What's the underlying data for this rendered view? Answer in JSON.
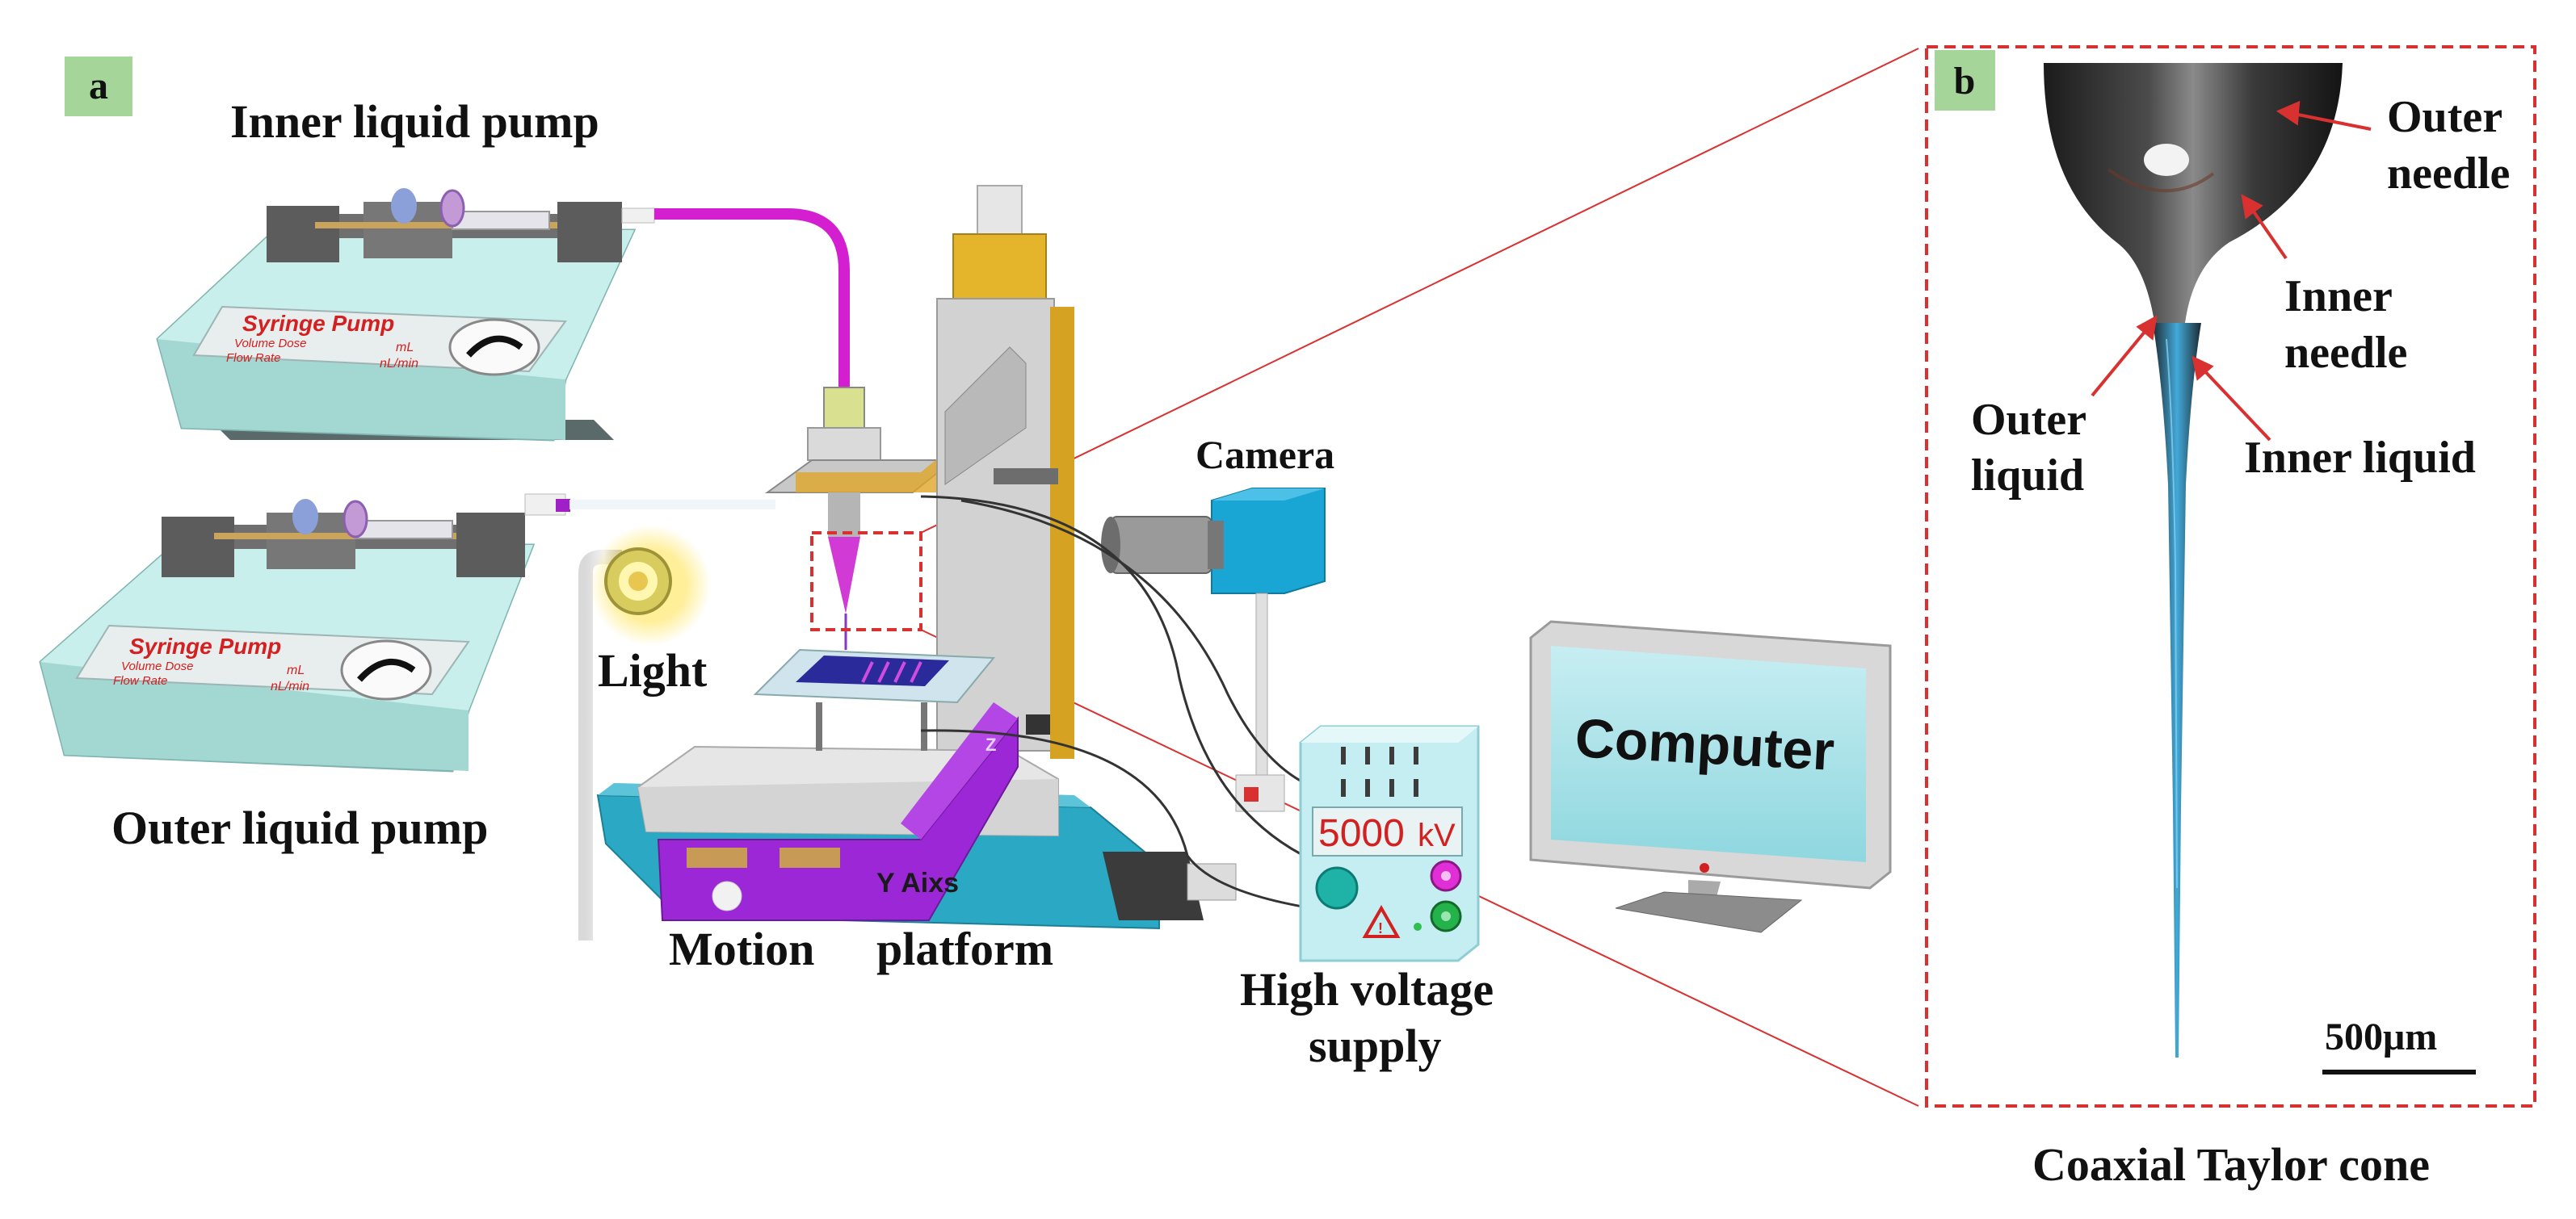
{
  "panel_a": {
    "tag": "a",
    "labels": {
      "inner_pump": "Inner  liquid pump",
      "outer_pump": "Outer liquid pump",
      "light": "Light",
      "camera": "Camera",
      "motion": "Motion",
      "platform": "platform",
      "hv_line1": "High voltage",
      "hv_line2": "supply"
    },
    "pump_panel": {
      "title": "Syringe Pump",
      "volume": "Volume Dose",
      "flow": "Flow Rate",
      "unit_ml": "mL",
      "unit_flow": "nL/min"
    },
    "y_axis_label": "Y Aixs",
    "z_axis_label": "Z",
    "hv_display": "5000",
    "hv_unit": "kV",
    "computer_screen_text": "Computer"
  },
  "panel_b": {
    "tag": "b",
    "labels": {
      "outer_needle_1": "Outer",
      "outer_needle_2": "needle",
      "inner_needle_1": "Inner",
      "inner_needle_2": "needle",
      "outer_liquid_1": "Outer",
      "outer_liquid_2": "liquid",
      "inner_liquid": "Inner liquid"
    },
    "scale_bar": "500μm",
    "caption": "Coaxial Taylor cone"
  },
  "colors": {
    "tag_bg": "#a6d59a",
    "pump_body": "#b8e6e2",
    "magenta_tube": "#d41fd0",
    "motion_purple": "#9b27d6",
    "platform_teal": "#2aa8c4",
    "camera_blue": "#1aa6d4",
    "zoom_red": "#d93030"
  }
}
